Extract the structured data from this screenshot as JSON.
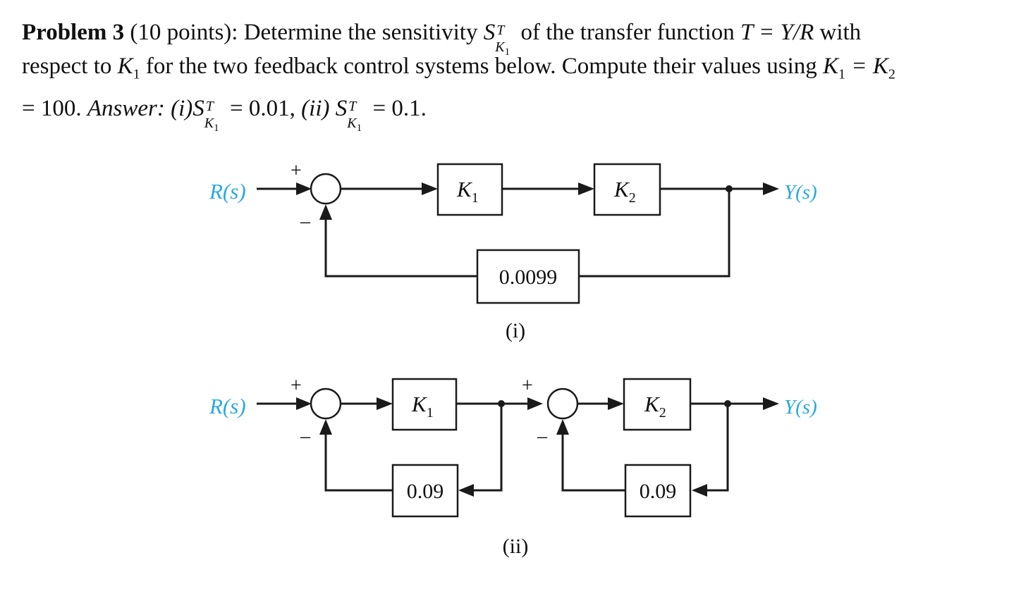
{
  "problem": {
    "title": "Problem 3",
    "points": "(10 points):",
    "line1_a": "Determine the sensitivity",
    "line1_b": "of the transfer function",
    "tf_eq": "T = Y/R",
    "line1_c": "with",
    "line2_a": "respect to",
    "line2_b": "for the two feedback control systems below. Compute their values using",
    "line2_eq": "K",
    "line3_eq": "= 100.",
    "answer_label": "Answer:",
    "ans_i_label": "(i)",
    "ans_i_val": "= 0.01,",
    "ans_ii_label": "(ii)",
    "ans_ii_val": "= 0.1."
  },
  "diagram_i": {
    "input": "R(s)",
    "output": "Y(s)",
    "plus": "+",
    "minus": "–",
    "block1": "K",
    "block1_sub": "1",
    "block2": "K",
    "block2_sub": "2",
    "feedback": "0.0099",
    "caption": "(i)"
  },
  "diagram_ii": {
    "input": "R(s)",
    "output": "Y(s)",
    "plus": "+",
    "minus": "–",
    "block1": "K",
    "block1_sub": "1",
    "block2": "K",
    "block2_sub": "2",
    "feedback1": "0.09",
    "feedback2": "0.09",
    "caption": "(ii)"
  },
  "colors": {
    "signal_label": "#29a9e0",
    "line": "#1a1a1a"
  }
}
